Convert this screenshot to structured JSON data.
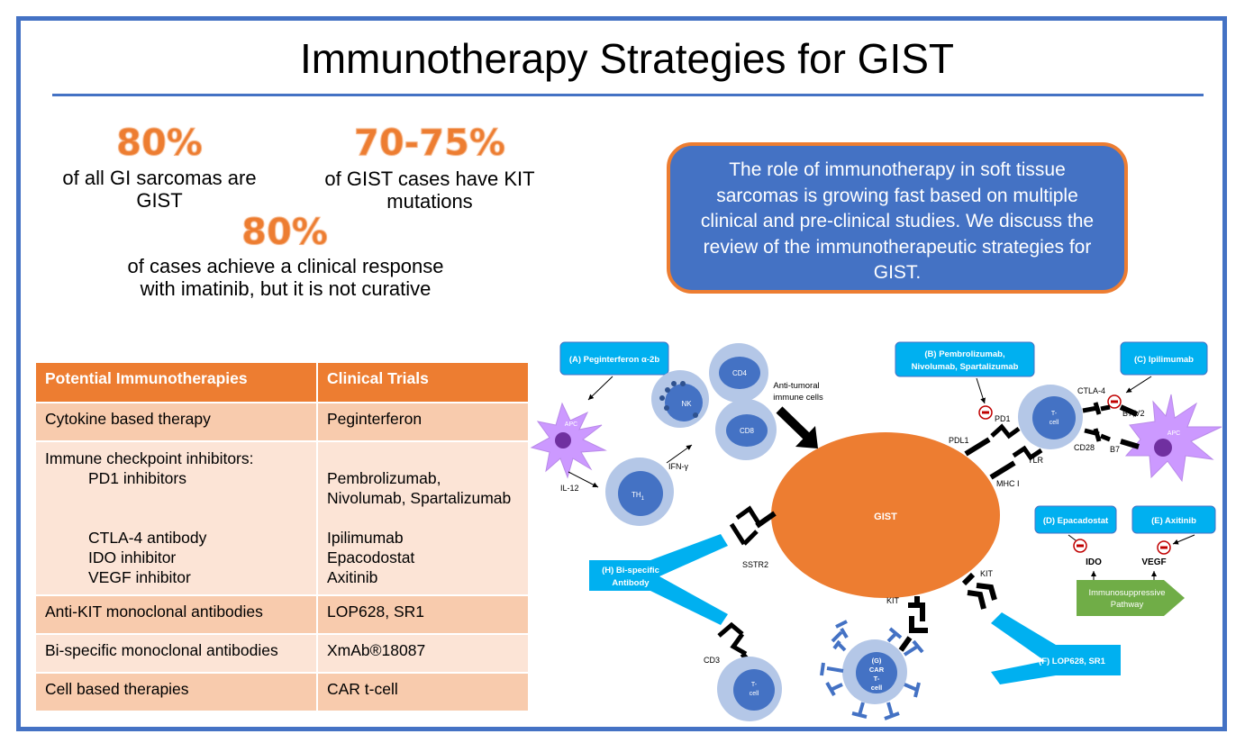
{
  "title": "Immunotherapy Strategies for GIST",
  "stats": [
    {
      "value": "80%",
      "text": "of all GI sarcomas are GIST"
    },
    {
      "value": "70-75%",
      "text": "of GIST cases have KIT mutations"
    },
    {
      "value": "80%",
      "text": "of cases achieve a clinical response with imatinib, but it is not curative"
    }
  ],
  "callout": "The role of immunotherapy in soft tissue sarcomas is growing fast based on multiple clinical and pre-clinical studies. We discuss the review of the immunotherapeutic strategies for GIST.",
  "table": {
    "headers": [
      "Potential Immunotherapies",
      "Clinical Trials"
    ],
    "rows": [
      {
        "therapy": [
          "Cytokine based therapy"
        ],
        "trials": [
          "Peginterferon"
        ]
      },
      {
        "therapy": [
          "Immune checkpoint inhibitors:",
          "PD1 inhibitors",
          "",
          "",
          "CTLA-4 antibody",
          "IDO inhibitor",
          "VEGF inhibitor"
        ],
        "trials": [
          "",
          "Pembrolizumab,",
          "Nivolumab, Spartalizumab",
          "",
          "Ipilimumab",
          "Epacodostat",
          "Axitinib"
        ]
      },
      {
        "therapy": [
          "Anti-KIT monoclonal antibodies"
        ],
        "trials": [
          "LOP628, SR1"
        ]
      },
      {
        "therapy": [
          "Bi-specific monoclonal antibodies"
        ],
        "trials": [
          "XmAb®18087"
        ]
      },
      {
        "therapy": [
          "Cell based therapies"
        ],
        "trials": [
          "CAR t-cell"
        ]
      }
    ]
  },
  "diagram": {
    "boxes": {
      "a": "(A) Peginterferon α-2b",
      "b1": "(B) Pembrolizumab,",
      "b2": "Nivolumab, Spartalizumab",
      "c": "(C) Ipilimumab",
      "d": "(D) Epacadostat",
      "e": "(E) Axitinib",
      "f": "(F) LOP628, SR1",
      "h1": "(H) Bi-specific",
      "h2": "Antibody"
    },
    "cells": {
      "apc": "APC",
      "nk": "NK",
      "cd4": "CD4",
      "cd8": "CD8",
      "th1": "TH",
      "th1_sub": "1",
      "tcell1": "T-",
      "tcell2": "cell",
      "gist": "GIST",
      "car1": "(G)",
      "car2": "CAR",
      "car3": "T-",
      "car4": "cell"
    },
    "labels": {
      "anti1": "Anti-tumoral",
      "anti2": "immune cells",
      "il12": "IL-12",
      "ifn": "IFN-γ",
      "pd1": "PD1",
      "pdl1": "PDL1",
      "tlr": "TLR",
      "mhc": "MHC I",
      "ctla4": "CTLA-4",
      "b7v2": "B7,V2",
      "cd28": "CD28",
      "b7": "B7",
      "sstr2": "SSTR2",
      "kit_top": "KIT",
      "kit_bottom": "KIT",
      "cd3": "CD3",
      "ido": "IDO",
      "vegf": "VEGF",
      "path1": "Immunosuppressive",
      "path2": "Pathway"
    },
    "colors": {
      "accent": "#4472c4",
      "orange": "#ed7d31",
      "cyan_box": "#00b0f0",
      "cell_outer": "#b4c7e7",
      "cell_inner": "#4472c4",
      "apc": "#cc99ff",
      "green": "#70ad47"
    }
  }
}
